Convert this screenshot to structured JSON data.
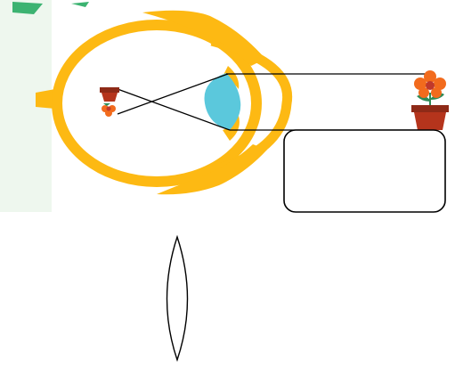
{
  "diagram": {
    "label_box_text": "",
    "colors": {
      "eye_wall": "#FDB913",
      "lens": "#5BC8DC",
      "corner_leaf": "#3CB371",
      "left_strip": "#EAF5EA",
      "pot": "#B5341C",
      "petal": "#F26B1D",
      "flower_center": "#C0392B",
      "stem_leaf": "#2E8B57",
      "ray": "#000000",
      "box_border": "#000000"
    },
    "icons": [
      "eyeball-diagram",
      "flower-pot-object",
      "inverted-flower-pot-image",
      "convex-lens-icon"
    ]
  }
}
